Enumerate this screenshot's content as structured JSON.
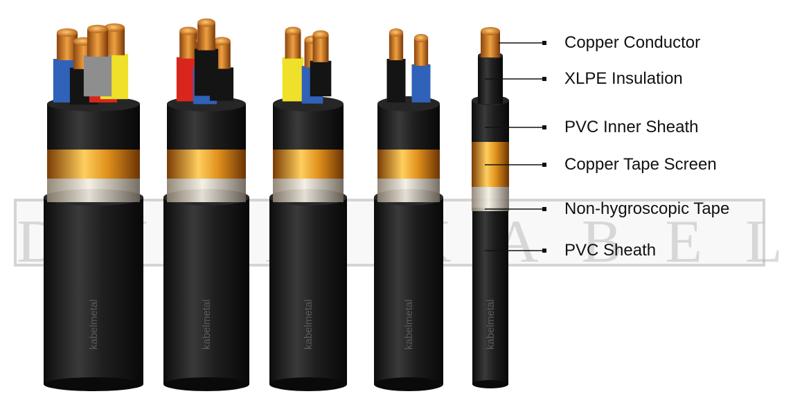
{
  "watermark": {
    "text": "DUTA KABEL"
  },
  "cable_brand": "kabelmetal",
  "colors": {
    "copper": "#c87a1f",
    "sheath": "#1c1c1c",
    "tape": "#e8a23a",
    "blue": "#2f62b8",
    "red": "#d9261c",
    "yellow": "#efe02a",
    "grey": "#8e8e8e"
  },
  "layers": [
    {
      "label": "Copper Conductor"
    },
    {
      "label": "XLPE Insulation"
    },
    {
      "label": "PVC Inner Sheath"
    },
    {
      "label": "Copper Tape Screen"
    },
    {
      "label": "Non-hygroscopic Tape"
    },
    {
      "label": "PVC Sheath"
    }
  ],
  "cables": [
    {
      "cores": [
        "blue",
        "black",
        "red",
        "yellow",
        "grey"
      ]
    },
    {
      "cores": [
        "red",
        "blue",
        "black",
        "black"
      ]
    },
    {
      "cores": [
        "yellow",
        "blue",
        "black"
      ]
    },
    {
      "cores": [
        "black",
        "blue"
      ]
    },
    {
      "cores": [
        "black"
      ]
    }
  ]
}
